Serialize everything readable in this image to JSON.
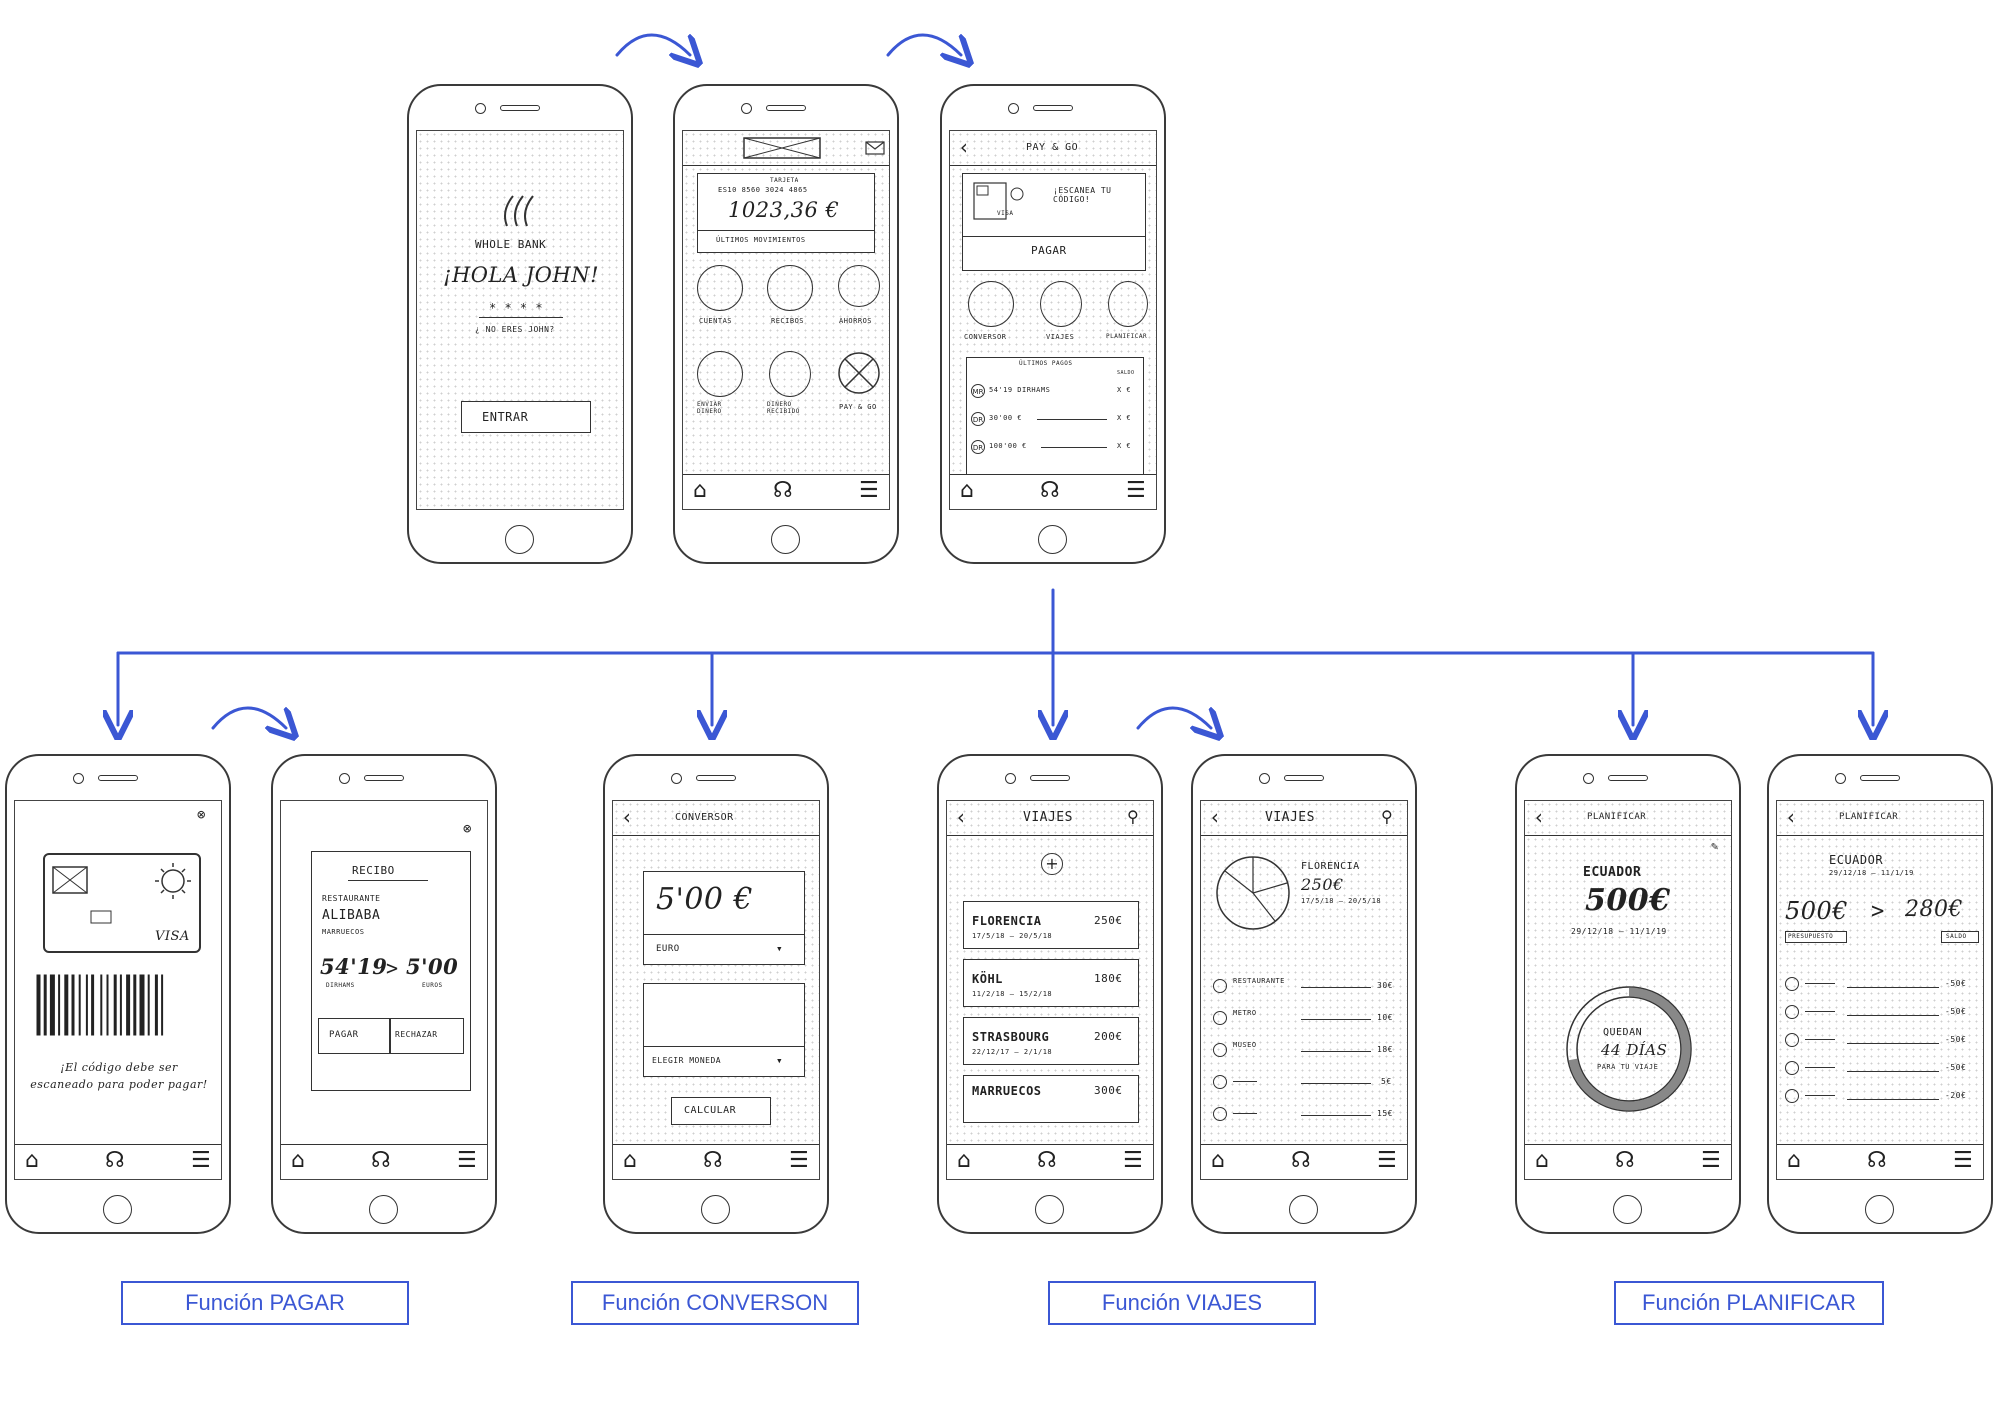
{
  "login": {
    "bank_name": "WHOLE BANK",
    "greeting": "¡HOLA JOHN!",
    "pin": "* * * *",
    "not_john": "¿ NO ERES JOHN?",
    "enter_button": "ENTRAR"
  },
  "dashboard": {
    "card_label": "TARJETA",
    "card_number": "ES10 8560 3024 4865",
    "balance": "1023,36 €",
    "movements_link": "ÚLTIMOS MOVIMIENTOS",
    "actions": [
      "CUENTAS",
      "RECIBOS",
      "AHORROS",
      "ENVIAR DINERO",
      "DINERO RECIBIDO",
      "PAY & GO"
    ]
  },
  "paygo": {
    "title": "PAY & GO",
    "card_brand": "VISA",
    "scan_prompt": "¡ESCANEA TU CÓDIGO!",
    "pay_button": "PAGAR",
    "functions": [
      "CONVERSOR",
      "VIAJES",
      "PLANIFICAR"
    ],
    "last_payments_title": "ÚLTIMOS PAGOS",
    "last_payments_balance": "SALDO",
    "payments": [
      {
        "icon": "MR",
        "label": "54'19 DIRHAMS",
        "amount": "X €"
      },
      {
        "icon": "DR",
        "label": "30'00 €",
        "amount": "X €"
      },
      {
        "icon": "DR",
        "label": "100'00 €",
        "amount": "X €"
      }
    ]
  },
  "scan": {
    "card_brand": "VISA",
    "hint": "¡El código debe ser escaneado para poder pagar!"
  },
  "receipt": {
    "title": "RECIBO",
    "type": "RESTAURANTE",
    "merchant": "ALIBABA",
    "country": "MARRUECOS",
    "amount_from": "54'19",
    "amount_to": "5'00",
    "unit_from": "DIRHAMS",
    "unit_to": "EUROS",
    "pay_button": "PAGAR",
    "reject_button": "RECHAZAR"
  },
  "converter": {
    "title": "CONVERSOR",
    "amount": "5'00 €",
    "from_currency": "EURO",
    "to_placeholder": "ELEGIR MONEDA",
    "calc_button": "CALCULAR"
  },
  "trips": {
    "title": "VIAJES",
    "list": [
      {
        "city": "FLORENCIA",
        "amount": "250€",
        "dates": "17/5/18 – 20/5/18"
      },
      {
        "city": "KÖHL",
        "amount": "180€",
        "dates": "11/2/18 – 15/2/18"
      },
      {
        "city": "STRASBOURG",
        "amount": "200€",
        "dates": "22/12/17 – 2/1/18"
      },
      {
        "city": "MARRUECOS",
        "amount": "300€",
        "dates": ""
      }
    ]
  },
  "trip_detail": {
    "title": "VIAJES",
    "city": "FLORENCIA",
    "amount": "250€",
    "dates": "17/5/18 – 20/5/18",
    "expenses": [
      {
        "label": "RESTAURANTE",
        "amount": "30€"
      },
      {
        "label": "METRO",
        "amount": "10€"
      },
      {
        "label": "MUSEO",
        "amount": "18€"
      },
      {
        "label": "",
        "amount": "5€"
      },
      {
        "label": "",
        "amount": "15€"
      }
    ]
  },
  "plan": {
    "title": "PLANIFICAR",
    "country": "ECUADOR",
    "budget": "500€",
    "dates": "29/12/18 – 11/1/19",
    "remaining_label": "QUEDAN",
    "remaining_days": "44 DÍAS",
    "remaining_sub": "PARA TU VIAJE",
    "remaining_fraction": 0.72
  },
  "plan_detail": {
    "title": "PLANIFICAR",
    "country": "ECUADOR",
    "dates": "29/12/18 – 11/1/19",
    "budget": "500€",
    "balance": "280€",
    "budget_tag": "PRESUPUESTO",
    "balance_tag": "SALDO",
    "items": [
      "-50€",
      "-50€",
      "-50€",
      "-50€",
      "-20€"
    ]
  },
  "function_labels": [
    "Función PAGAR",
    "Función CONVERSON",
    "Función VIAJES",
    "Función PLANIFICAR"
  ],
  "colors": {
    "accent": "#3b57d4",
    "sketch": "#333333"
  }
}
